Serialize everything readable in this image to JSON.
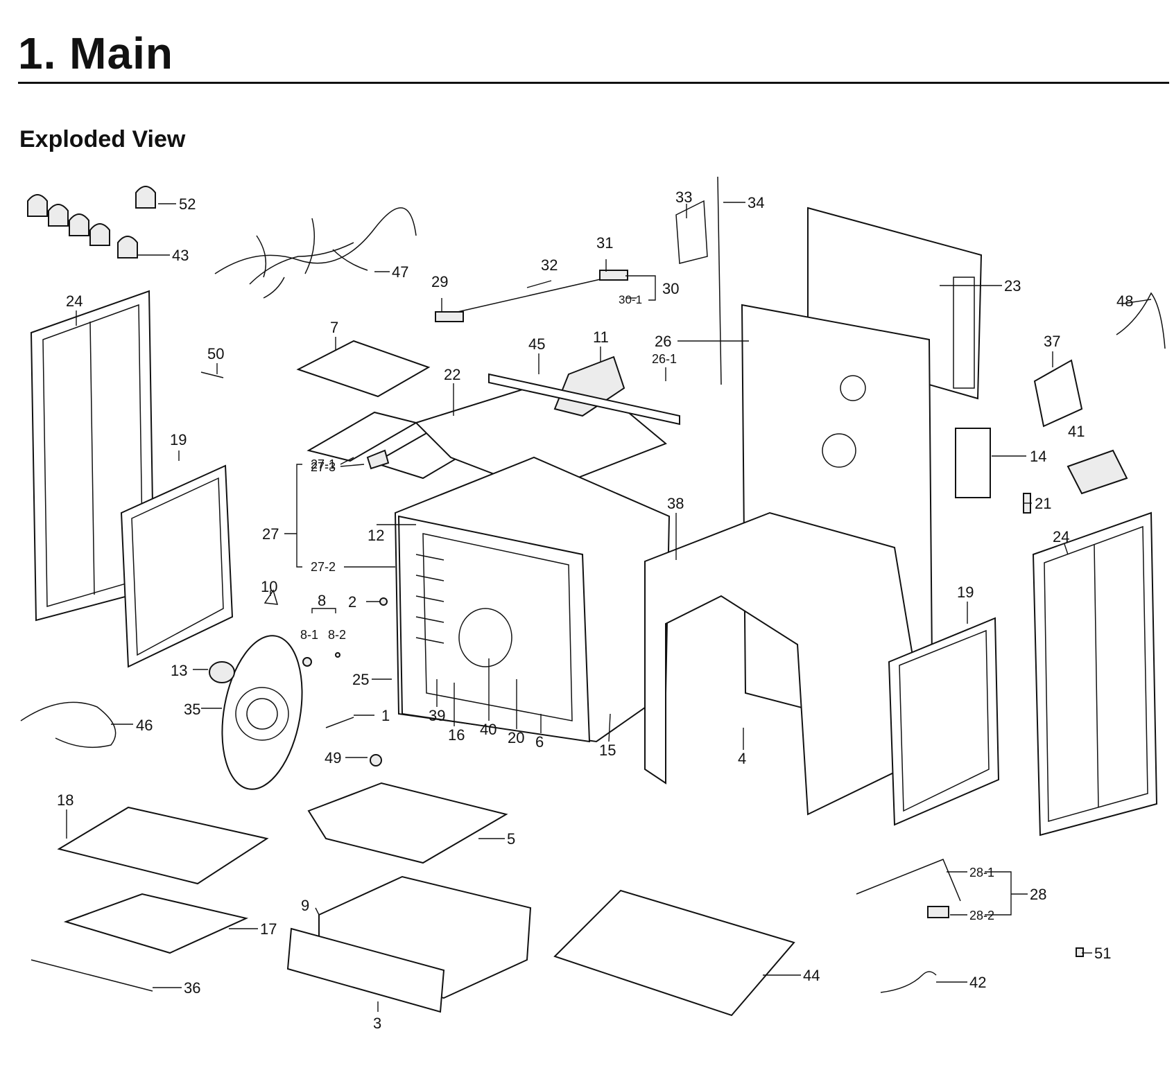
{
  "header": {
    "title": "1.  Main",
    "subtitle": "Exploded View"
  },
  "callouts": [
    "52",
    "43",
    "47",
    "24",
    "50",
    "7",
    "29",
    "32",
    "31",
    "30",
    "30-1",
    "33",
    "34",
    "23",
    "48",
    "37",
    "11",
    "45",
    "22",
    "26",
    "26-1",
    "19",
    "27-1",
    "27-3",
    "27",
    "27-2",
    "12",
    "14",
    "41",
    "21",
    "38",
    "24",
    "10",
    "2",
    "8",
    "8-1",
    "8-2",
    "13",
    "35",
    "46",
    "25",
    "1",
    "39",
    "16",
    "40",
    "20",
    "6",
    "15",
    "4",
    "19",
    "49",
    "18",
    "5",
    "17",
    "9",
    "3",
    "36",
    "44",
    "28-1",
    "28",
    "28-2",
    "51",
    "42"
  ]
}
